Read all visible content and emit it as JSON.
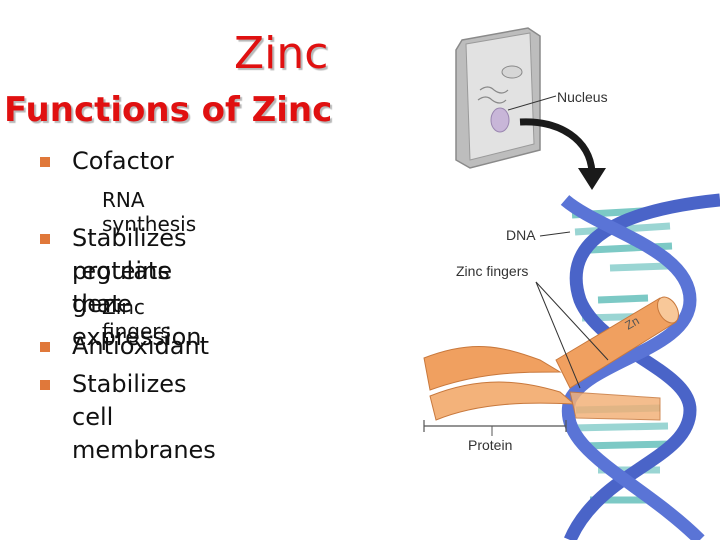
{
  "slide": {
    "title": "Zinc",
    "subtitle": "Functions of Zinc",
    "bullets": [
      {
        "text": "Cofactor",
        "sub": "RNA synthesis"
      },
      {
        "text_line1": "Stabilizes proteins that",
        "text_line2": "regulate gene expression",
        "sub": "Zinc fingers"
      },
      {
        "text": "Antioxidant"
      },
      {
        "text": "Stabilizes cell membranes"
      }
    ]
  },
  "figure": {
    "labels": {
      "nucleus": "Nucleus",
      "dna": "DNA",
      "zinc_fingers": "Zinc fingers",
      "protein": "Protein",
      "zn": "Zn"
    },
    "colors": {
      "title_red": "#e01010",
      "bullet_orange": "#e0783a",
      "dna_blue": "#4a64c8",
      "dna_teal": "#7cc9c5",
      "protein_orange": "#f0a060",
      "cell_gray": "#c4c4c4"
    }
  }
}
